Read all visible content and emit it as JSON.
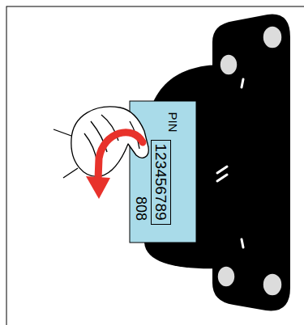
{
  "diagram": {
    "nodes": [
      {
        "text": [
          "PIN",
          "808"
        ]
      },
      {
        "text": [
          "123456789"
        ],
        "in": 0
      }
    ]
  }
}
